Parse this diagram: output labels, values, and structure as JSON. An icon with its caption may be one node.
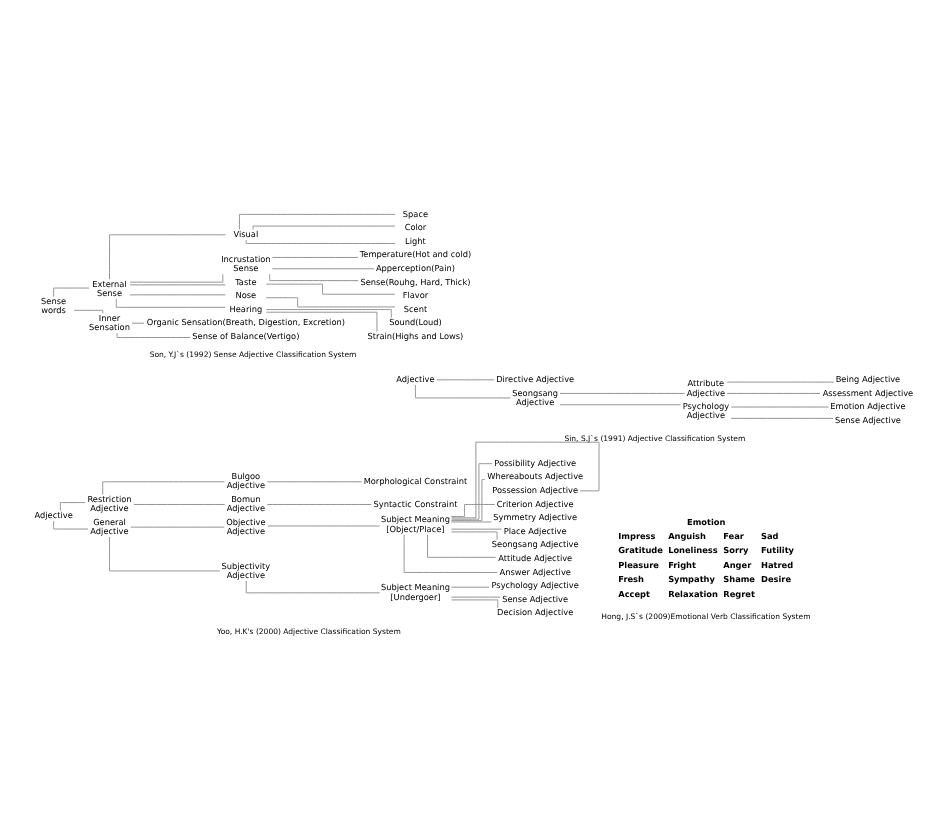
{
  "diagram": {
    "nodes": [
      {
        "text": [
          "Adjective"
        ]
      },
      {
        "text": [
          "General Adjective"
        ]
      },
      {
        "text": [
          "Restriction Adjective"
        ]
      },
      {
        "text": [
          "Subjectivity Adjective"
        ]
      },
      {
        "text": [
          "Objective Adjective"
        ]
      },
      {
        "text": [
          "Bomun Adjective"
        ]
      },
      {
        "text": [
          "Bulgoo Adjective"
        ]
      },
      {
        "text": [
          "Subject Meaning [Undergoer]"
        ]
      },
      {
        "text": [
          "Subject Meaning [Object/Place]"
        ]
      },
      {
        "text": [
          "Syntactic Constraint"
        ]
      },
      {
        "text": [
          "Morphological Constraint"
        ]
      },
      {
        "text": [
          "Psychology Adjective"
        ]
      },
      {
        "text": [
          "Decision Adjective"
        ]
      },
      {
        "text": [
          "Sense Adjective"
        ]
      },
      {
        "text": [
          "Seongsang Adjective"
        ]
      },
      {
        "text": [
          "Place Adjective"
        ]
      },
      {
        "text": [
          "Symmetry Adjective"
        ]
      },
      {
        "text": [
          "Criterion Adjective"
        ]
      },
      {
        "text": [
          "Possession Adjective"
        ]
      },
      {
        "text": [
          "Whereabouts Adjective"
        ]
      },
      {
        "text": [
          "Possibility Adjective"
        ]
      },
      {
        "text": [
          "Answer Adjective"
        ]
      },
      {
        "text": [
          "Attitude Adjective"
        ]
      },
      {
        "text": [
          "Sense words"
        ]
      },
      {
        "text": [
          "External Sense"
        ]
      },
      {
        "text": [
          "Inner Sensation"
        ]
      },
      {
        "text": [
          "Visual"
        ]
      },
      {
        "text": [
          "Hearing"
        ]
      },
      {
        "text": [
          "Nose"
        ]
      },
      {
        "text": [
          "Taste"
        ]
      },
      {
        "text": [
          "Incrustation Sense"
        ]
      },
      {
        "text": [
          "Light"
        ]
      },
      {
        "text": [
          "Color"
        ]
      },
      {
        "text": [
          "Space"
        ]
      },
      {
        "text": [
          "Sound(Loud)"
        ]
      },
      {
        "text": [
          "Strain(Highs and Lows)"
        ]
      },
      {
        "text": [
          "Scent"
        ]
      },
      {
        "text": [
          "Flavor"
        ]
      },
      {
        "text": [
          "Sense(Rouhg, Hard, Thick)"
        ]
      },
      {
        "text": [
          "Apperception(Pain)"
        ]
      },
      {
        "text": [
          "Temperature(Hot and cold)"
        ]
      },
      {
        "text": [
          "Organic Sensation(Breath, Digestion, Excretion)"
        ]
      },
      {
        "text": [
          "Sense of Balance(Vertigo)"
        ]
      },
      {
        "text": [
          "Adjective"
        ]
      },
      {
        "text": [
          "Seongsang Adjective"
        ]
      },
      {
        "text": [
          "Directive Adjective"
        ]
      },
      {
        "text": [
          "Psychology Adjective"
        ]
      },
      {
        "text": [
          "Attribute Adjective"
        ]
      },
      {
        "text": [
          "Sense Adjective"
        ]
      },
      {
        "text": [
          "Emotion Adjective"
        ]
      },
      {
        "text": [
          "Assessment Adjective"
        ]
      },
      {
        "text": [
          "Being Adjective"
        ]
      }
    ],
    "edges": [
      {
        "from": 0,
        "to": 1,
        "arrow": "none"
      },
      {
        "from": 0,
        "to": 2,
        "arrow": "none"
      },
      {
        "from": 1,
        "to": 3,
        "arrow": "none"
      },
      {
        "from": 1,
        "to": 4,
        "arrow": "none"
      },
      {
        "from": 2,
        "to": 5,
        "arrow": "none"
      },
      {
        "from": 2,
        "to": 6,
        "arrow": "none"
      },
      {
        "from": 3,
        "to": 7,
        "arrow": "none"
      },
      {
        "from": 4,
        "to": 8,
        "arrow": "none"
      },
      {
        "from": 5,
        "to": 9,
        "arrow": "none"
      },
      {
        "from": 6,
        "to": 10,
        "arrow": "none"
      },
      {
        "from": 7,
        "to": 11,
        "arrow": "none"
      },
      {
        "from": 7,
        "to": 12,
        "arrow": "none"
      },
      {
        "from": 7,
        "to": 13,
        "arrow": "none"
      },
      {
        "from": 8,
        "to": 14,
        "arrow": "none"
      },
      {
        "from": 8,
        "to": 15,
        "arrow": "none"
      },
      {
        "from": 8,
        "to": 16,
        "arrow": "none"
      },
      {
        "from": 8,
        "to": 17,
        "arrow": "none"
      },
      {
        "from": 8,
        "to": 18,
        "arrow": "none"
      },
      {
        "from": 8,
        "to": 19,
        "arrow": "none"
      },
      {
        "from": 8,
        "to": 20,
        "arrow": "none"
      },
      {
        "from": 8,
        "to": 21,
        "arrow": "none"
      },
      {
        "from": 8,
        "to": 22,
        "arrow": "none"
      },
      {
        "from": 23,
        "to": 24,
        "arrow": "none"
      },
      {
        "from": 23,
        "to": 25,
        "arrow": "none"
      },
      {
        "from": 24,
        "to": 26,
        "arrow": "none"
      },
      {
        "from": 24,
        "to": 27,
        "arrow": "none"
      },
      {
        "from": 24,
        "to": 28,
        "arrow": "none"
      },
      {
        "from": 24,
        "to": 29,
        "arrow": "none"
      },
      {
        "from": 24,
        "to": 30,
        "arrow": "none"
      },
      {
        "from": 26,
        "to": 31,
        "arrow": "none"
      },
      {
        "from": 26,
        "to": 32,
        "arrow": "none"
      },
      {
        "from": 26,
        "to": 33,
        "arrow": "none"
      },
      {
        "from": 27,
        "to": 34,
        "arrow": "none"
      },
      {
        "from": 27,
        "to": 35,
        "arrow": "none"
      },
      {
        "from": 28,
        "to": 36,
        "arrow": "none"
      },
      {
        "from": 29,
        "to": 37,
        "arrow": "none"
      },
      {
        "from": 30,
        "to": 38,
        "arrow": "none"
      },
      {
        "from": 30,
        "to": 39,
        "arrow": "none"
      },
      {
        "from": 30,
        "to": 40,
        "arrow": "none"
      },
      {
        "from": 25,
        "to": 41,
        "arrow": "none"
      },
      {
        "from": 25,
        "to": 42,
        "arrow": "none"
      },
      {
        "from": 43,
        "to": 44,
        "arrow": "none"
      },
      {
        "from": 43,
        "to": 45,
        "arrow": "none"
      },
      {
        "from": 44,
        "to": 46,
        "arrow": "none"
      },
      {
        "from": 44,
        "to": 47,
        "arrow": "none"
      },
      {
        "from": 46,
        "to": 48,
        "arrow": "none"
      },
      {
        "from": 46,
        "to": 49,
        "arrow": "none"
      },
      {
        "from": 47,
        "to": 50,
        "arrow": "none"
      },
      {
        "from": 47,
        "to": 51,
        "arrow": "none"
      }
    ],
    "labels": [
      "Yoo, H.K's (2000) Adjective Classification System",
      "Emotion",
      "Impress",
      "Anguish",
      "Fear",
      "Sad",
      "Gratitude",
      "Loneliness",
      "Sorry",
      "Futility",
      "Pleasure",
      "Fright",
      "Anger",
      "Hatred",
      "Fresh",
      "Sympathy",
      "Shame",
      "Desire",
      "Accept",
      "Relaxation",
      "Regret",
      "Hong, J.S`s (2009)Emotional Verb Classification System",
      "Son, Y.J`s (1992) Sense Adjective Classification System",
      "Sin, S.J`s (1991) Adjective Classification System"
    ]
  }
}
